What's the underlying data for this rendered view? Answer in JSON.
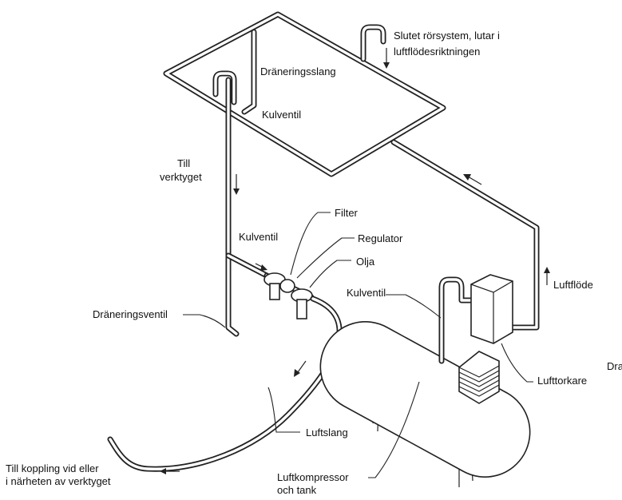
{
  "labels": {
    "slutet_line1": "Slutet rörsystem, lutar i",
    "slutet_line2": "luftflödesriktningen",
    "draneringsslang": "Dräneringsslang",
    "kulventil_top": "Kulventil",
    "till_verktyget_line1": "Till",
    "till_verktyget_line2": "verktyget",
    "filter": "Filter",
    "kulventil_mid": "Kulventil",
    "regulator": "Regulator",
    "olja": "Olja",
    "kulventil_right": "Kulventil",
    "luftflode": "Luftflöde",
    "draneringsventil": "Dräneringsventil",
    "dra_cut": "Dra",
    "lufttorkare": "Lufttorkare",
    "luftslang": "Luftslang",
    "till_koppling_line1": "Till koppling vid eller",
    "till_koppling_line2": "i närheten av verktyget",
    "luftkompressor_line1": "Luftkompressor",
    "luftkompressor_line2": "och tank"
  },
  "colors": {
    "line": "#222222",
    "background": "#ffffff"
  }
}
